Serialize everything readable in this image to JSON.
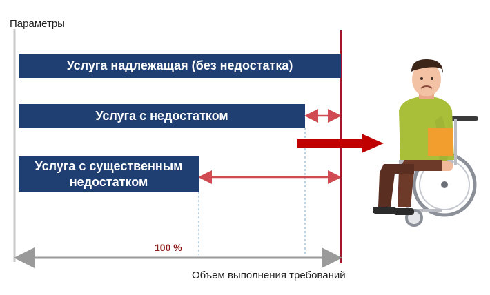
{
  "axes": {
    "y_label": "Параметры",
    "x_label": "Объем выполнения требований"
  },
  "bars": [
    {
      "label": "Услуга надлежащая (без недостатка)",
      "level": 1.0
    },
    {
      "label": "Услуга с недостатком",
      "level": 0.89
    },
    {
      "label": "Услуга с существенным недостатком",
      "level": 0.56
    }
  ],
  "scale": {
    "full_label": "100 %"
  },
  "colors": {
    "bar": "#1f3f72",
    "limit_line": "#a3162b",
    "gap_arrow": "#d04a52",
    "big_arrow": "#c00000",
    "percent_text": "#8b1a1a",
    "axis": "#9a9a9a"
  },
  "illustration": {
    "icon": "person-in-wheelchair-icon"
  }
}
